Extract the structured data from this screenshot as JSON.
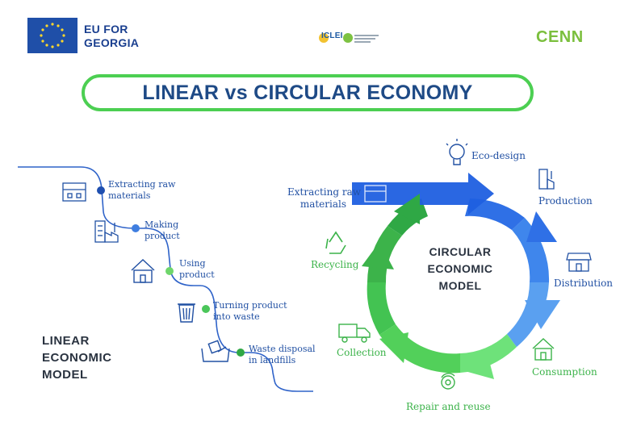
{
  "header": {
    "partner1_line1": "EU FOR",
    "partner1_line2": "GEORGIA",
    "partner2": "ICLEI",
    "partner3": "CENN"
  },
  "title": "LINEAR vs CIRCULAR ECONOMY",
  "linear": {
    "model_line1": "LINEAR",
    "model_line2": "ECONOMIC",
    "model_line3": "MODEL",
    "steps": [
      {
        "line1": "Extracting raw",
        "line2": "materials",
        "icon": "factory-icon"
      },
      {
        "line1": "Making",
        "line2": "product",
        "icon": "production-plant-icon"
      },
      {
        "line1": "Using",
        "line2": "product",
        "icon": "house-icon"
      },
      {
        "line1": "Turning product",
        "line2": "into waste",
        "icon": "trash-bin-icon"
      },
      {
        "line1": "Waste disposal",
        "line2": "in landfills",
        "icon": "landfill-icon"
      }
    ]
  },
  "circular": {
    "model_line1": "CIRCULAR",
    "model_line2": "ECONOMIC",
    "model_line3": "MODEL",
    "input_line1": "Extracting raw",
    "input_line2": "materials",
    "stages": [
      {
        "label": "Eco-design",
        "icon": "lightbulb-icon"
      },
      {
        "label": "Production",
        "icon": "factory-icon"
      },
      {
        "label": "Distribution",
        "icon": "shop-icon"
      },
      {
        "label": "Consumption",
        "icon": "house-icon"
      },
      {
        "label": "Repair and reuse",
        "icon": "gears-icon"
      },
      {
        "label": "Collection",
        "icon": "garbage-truck-icon"
      },
      {
        "label": "Recycling",
        "icon": "recycle-icon"
      }
    ]
  },
  "colors": {
    "title_border": "#4ccf52",
    "title_text": "#1e4a86",
    "linear_line": "#2f63c9",
    "blue_label": "#2150a3",
    "green_label": "#3cb34a"
  }
}
